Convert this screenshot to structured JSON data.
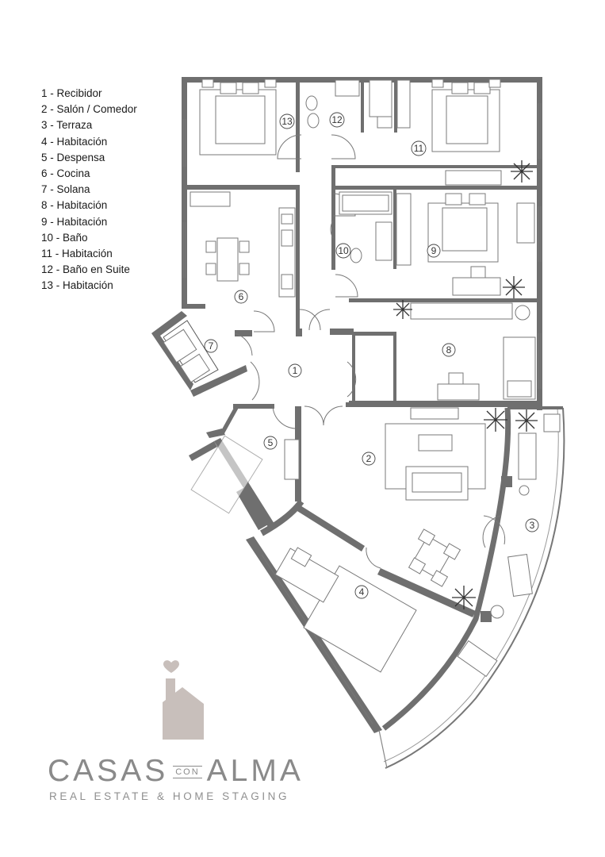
{
  "legend": [
    {
      "num": "1",
      "text": "1 - Recibidor"
    },
    {
      "num": "2",
      "text": "2 - Salón / Comedor"
    },
    {
      "num": "3",
      "text": "3 - Terraza"
    },
    {
      "num": "4",
      "text": "4 - Habitación"
    },
    {
      "num": "5",
      "text": "5 - Despensa"
    },
    {
      "num": "6",
      "text": "6 - Cocina"
    },
    {
      "num": "7",
      "text": "7 - Solana"
    },
    {
      "num": "8",
      "text": "8 - Habitación"
    },
    {
      "num": "9",
      "text": "9 - Habitación"
    },
    {
      "num": "10",
      "text": "10 - Baño"
    },
    {
      "num": "11",
      "text": "11 - Habitación"
    },
    {
      "num": "12",
      "text": "12 - Baño en Suite"
    },
    {
      "num": "13",
      "text": "13 - Habitación"
    }
  ],
  "rooms": {
    "r1": "1",
    "r2": "2",
    "r3": "3",
    "r4": "4",
    "r5": "5",
    "r6": "6",
    "r7": "7",
    "r8": "8",
    "r9": "9",
    "r10": "10",
    "r11": "11",
    "r12": "12",
    "r13": "13"
  },
  "brand": {
    "casas": "CASAS",
    "con": "CON",
    "alma": "ALMA",
    "tagline": "REAL ESTATE & HOME STAGING"
  },
  "colors": {
    "wall": "#6f6f6f",
    "logo": "#c8bfbb",
    "brand_text": "#8a8a8a"
  }
}
